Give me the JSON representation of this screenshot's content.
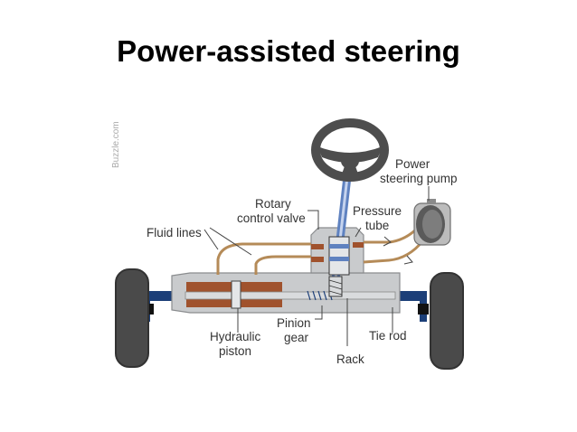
{
  "title": "Power-assisted steering",
  "watermark": "Buzzle.com",
  "labels": {
    "power_pump_line1": "Power",
    "power_pump_line2": "steering pump",
    "rotary_line1": "Rotary",
    "rotary_line2": "control valve",
    "pressure_line1": "Pressure",
    "pressure_line2": "tube",
    "fluid_lines": "Fluid lines",
    "hydraulic_line1": "Hydraulic",
    "hydraulic_line2": "piston",
    "pinion_line1": "Pinion",
    "pinion_line2": "gear",
    "tie_rod": "Tie rod",
    "rack": "Rack"
  },
  "colors": {
    "tire": "#4a4a4a",
    "frame": "#1c3f78",
    "housing": "#c9cbcd",
    "housing_edge": "#a4284e",
    "fluid": "#a0522d",
    "hose": "#b58b58",
    "shaft": "#5f82c0",
    "steering_wheel": "#4d4d4d"
  }
}
